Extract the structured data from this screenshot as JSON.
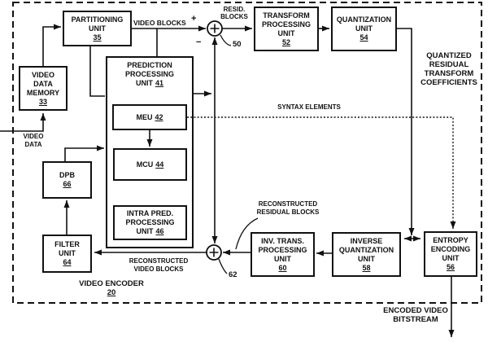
{
  "colors": {
    "ink": "#111111",
    "background": "#ffffff"
  },
  "boxes": {
    "partitioning": {
      "lines": [
        "PARTITIONING",
        "UNIT"
      ],
      "num": "35"
    },
    "video_data_memory": {
      "lines": [
        "VIDEO",
        "DATA",
        "MEMORY"
      ],
      "num": "33"
    },
    "prediction": {
      "lines": [
        "PREDICTION",
        "PROCESSING"
      ],
      "last": "UNIT",
      "num": "41"
    },
    "meu": {
      "last": "MEU",
      "num": "42"
    },
    "mcu": {
      "last": "MCU",
      "num": "44"
    },
    "intra_pred": {
      "lines": [
        "INTRA PRED.",
        "PROCESSING"
      ],
      "last": "UNIT",
      "num": "46"
    },
    "dpb": {
      "lines": [
        "DPB"
      ],
      "num": "66"
    },
    "filter": {
      "lines": [
        "FILTER",
        "UNIT"
      ],
      "num": "64"
    },
    "transform": {
      "lines": [
        "TRANSFORM",
        "PROCESSING",
        "UNIT"
      ],
      "num": "52"
    },
    "quantization": {
      "lines": [
        "QUANTIZATION",
        "UNIT"
      ],
      "num": "54"
    },
    "entropy": {
      "lines": [
        "ENTROPY",
        "ENCODING",
        "UNIT"
      ],
      "num": "56"
    },
    "inverse_quantization": {
      "lines": [
        "INVERSE",
        "QUANTIZATION",
        "UNIT"
      ],
      "num": "58"
    },
    "inverse_transform": {
      "lines": [
        "INV. TRANS.",
        "PROCESSING",
        "UNIT"
      ],
      "num": "60"
    }
  },
  "labels": {
    "video_blocks": "VIDEO BLOCKS",
    "resid_blocks": [
      "RESID.",
      "BLOCKS"
    ],
    "syntax_elements": "SYNTAX ELEMENTS",
    "quantized_coeffs": [
      "QUANTIZED",
      "RESIDUAL",
      "TRANSFORM",
      "COEFFICIENTS"
    ],
    "reconstructed_residual": [
      "RECONSTRUCTED",
      "RESIDUAL BLOCKS"
    ],
    "reconstructed_video": [
      "RECONSTRUCTED",
      "VIDEO BLOCKS"
    ],
    "video_data": [
      "VIDEO",
      "DATA"
    ],
    "encoded_bitstream": [
      "ENCODED VIDEO",
      "BITSTREAM"
    ],
    "encoder_name": "VIDEO ENCODER",
    "encoder_num": "20",
    "plus": "+",
    "minus": "−",
    "ref50": "50",
    "ref62": "62"
  }
}
